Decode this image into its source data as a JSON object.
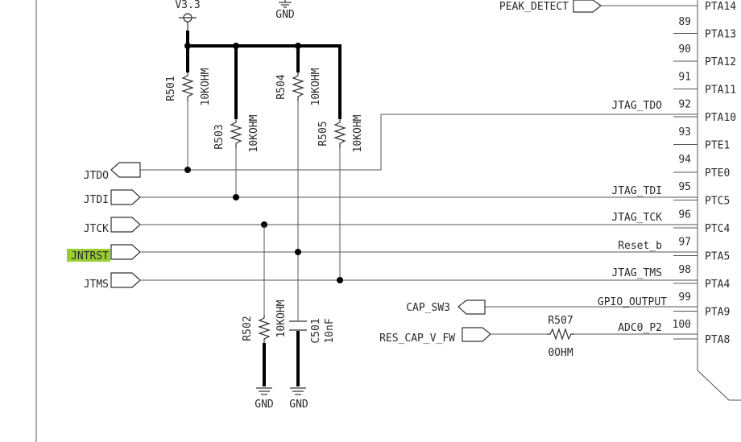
{
  "power": {
    "v33": "V3.3",
    "gnd_top": "GND",
    "gnd_r502": "GND",
    "gnd_c501": "GND"
  },
  "left_ports": {
    "jtdo": "JTDO",
    "jtdi": "JTDI",
    "jtck": "JTCK",
    "jntrst": "JNTRST",
    "jtms": "JTMS"
  },
  "highlight_color": "#9acd32",
  "resistors": {
    "r501": {
      "ref": "R501",
      "value": "10KOHM"
    },
    "r503": {
      "ref": "R503",
      "value": "10KOHM"
    },
    "r504": {
      "ref": "R504",
      "value": "10KOHM"
    },
    "r505": {
      "ref": "R505",
      "value": "10KOHM"
    },
    "r502": {
      "ref": "R502",
      "value": "10KOHM"
    },
    "r507": {
      "ref": "R507",
      "value": "0OHM"
    }
  },
  "capacitors": {
    "c501": {
      "ref": "C501",
      "value": "10nF"
    }
  },
  "nets": {
    "peak_detect": "PEAK_DETECT",
    "jtag_tdo": "JTAG_TDO",
    "jtag_tdi": "JTAG_TDI",
    "jtag_tck": "JTAG_TCK",
    "reset_b": "Reset_b",
    "jtag_tms": "JTAG_TMS",
    "gpio_output": "GPIO_OUTPUT",
    "adc0_p2": "ADC0_P2",
    "cap_sw3": "CAP_SW3",
    "res_cap_v_fw": "RES_CAP_V_FW"
  },
  "ic_pins": {
    "numbers": [
      "89",
      "90",
      "91",
      "92",
      "93",
      "94",
      "95",
      "96",
      "97",
      "98",
      "99",
      "100"
    ],
    "names": [
      "PTA14",
      "PTA13",
      "PTA12",
      "PTA11",
      "PTA10",
      "PTE1",
      "PTE0",
      "PTC5",
      "PTC4",
      "PTA5",
      "PTA4",
      "PTA9",
      "PTA8"
    ]
  }
}
